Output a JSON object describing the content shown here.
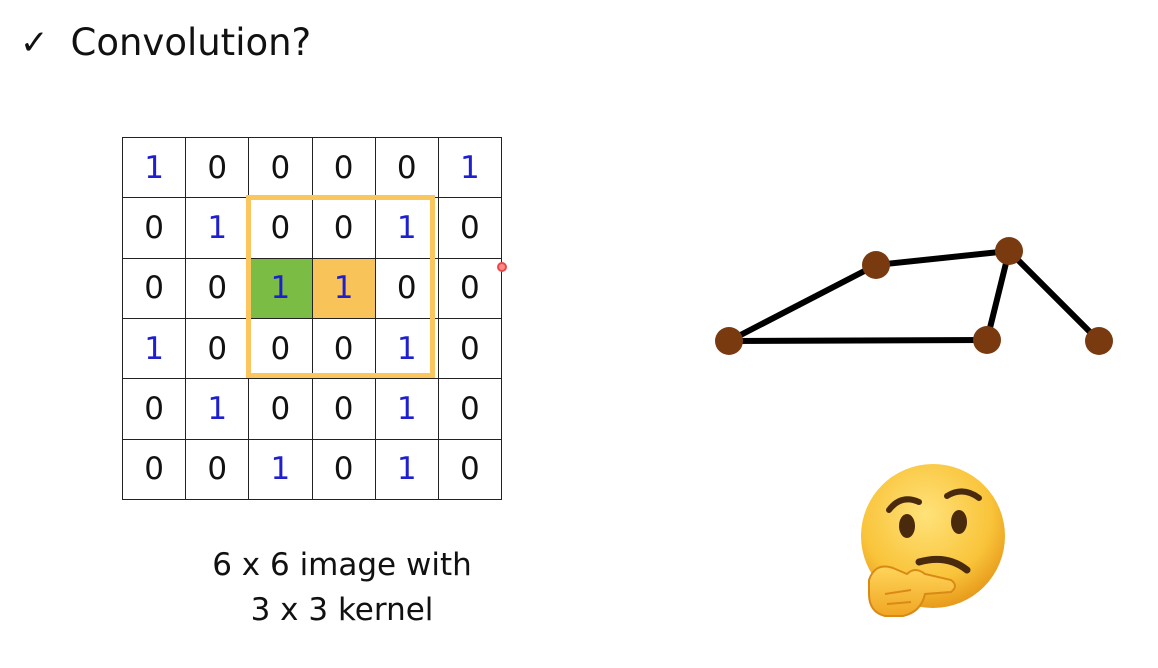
{
  "title": {
    "check": "✓",
    "text": "Convolution?"
  },
  "grid": {
    "rows": [
      [
        "1",
        "0",
        "0",
        "0",
        "0",
        "1"
      ],
      [
        "0",
        "1",
        "0",
        "0",
        "1",
        "0"
      ],
      [
        "0",
        "0",
        "1",
        "1",
        "0",
        "0"
      ],
      [
        "1",
        "0",
        "0",
        "0",
        "1",
        "0"
      ],
      [
        "0",
        "1",
        "0",
        "0",
        "1",
        "0"
      ],
      [
        "0",
        "0",
        "1",
        "0",
        "1",
        "0"
      ]
    ],
    "kernel": {
      "row": 1,
      "col": 2,
      "size": 3
    },
    "highlights": [
      {
        "row": 2,
        "col": 2,
        "color": "#7bbd44"
      },
      {
        "row": 2,
        "col": 3,
        "color": "#f8c45a"
      }
    ],
    "one_color": "#1f1fd0",
    "kernel_color": "#fbc65e"
  },
  "caption": {
    "line1": "6 x 6 image with",
    "line2": "3 x 3 kernel"
  },
  "graph": {
    "node_color": "#7a3a10",
    "edge_color": "#000000",
    "node_count": 5,
    "edge_count": 5
  },
  "emoji": {
    "icon": "thinking-face-icon"
  }
}
